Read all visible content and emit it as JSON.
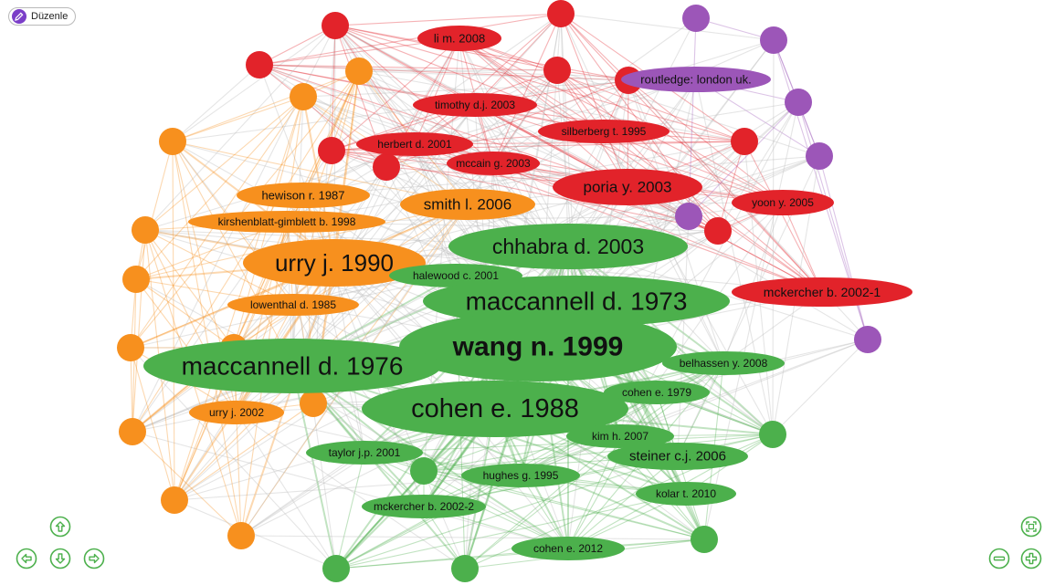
{
  "toolbar": {
    "edit_label": "Düzenle"
  },
  "graph": {
    "cluster_colors": {
      "red": "#e2232a",
      "green": "#4cb04c",
      "orange": "#f7901e",
      "purple": "#9c56b8"
    },
    "nodes": [
      {
        "id": "n1",
        "label": "li m. 2008",
        "cluster": "red",
        "size": 1
      },
      {
        "id": "n2",
        "label": "routledge: london uk.",
        "cluster": "purple",
        "size": 1
      },
      {
        "id": "n3",
        "label": "timothy d.j. 2003",
        "cluster": "red",
        "size": 1
      },
      {
        "id": "n4",
        "label": "silberberg t. 1995",
        "cluster": "red",
        "size": 1
      },
      {
        "id": "n5",
        "label": "herbert d. 2001",
        "cluster": "red",
        "size": 1
      },
      {
        "id": "n6",
        "label": "mccain g. 2003",
        "cluster": "red",
        "size": 1
      },
      {
        "id": "n7",
        "label": "poria y. 2003",
        "cluster": "red",
        "size": 2
      },
      {
        "id": "n8",
        "label": "yoon y. 2005",
        "cluster": "red",
        "size": 1
      },
      {
        "id": "n9",
        "label": "hewison r. 1987",
        "cluster": "orange",
        "size": 1
      },
      {
        "id": "n10",
        "label": "smith l. 2006",
        "cluster": "orange",
        "size": 2
      },
      {
        "id": "n11",
        "label": "kirshenblatt-gimblett b. 1998",
        "cluster": "orange",
        "size": 1
      },
      {
        "id": "n12",
        "label": "chhabra d. 2003",
        "cluster": "green",
        "size": 3
      },
      {
        "id": "n13",
        "label": "urry j. 1990",
        "cluster": "orange",
        "size": 3
      },
      {
        "id": "n14",
        "label": "halewood c. 2001",
        "cluster": "green",
        "size": 1
      },
      {
        "id": "n15",
        "label": "maccannell d. 1973",
        "cluster": "green",
        "size": 4
      },
      {
        "id": "n16",
        "label": "mckercher b. 2002-1",
        "cluster": "red",
        "size": 2
      },
      {
        "id": "n17",
        "label": "lowenthal d. 1985",
        "cluster": "orange",
        "size": 1
      },
      {
        "id": "n18",
        "label": "wang n. 1999",
        "cluster": "green",
        "size": 5
      },
      {
        "id": "n19",
        "label": "maccannell d. 1976",
        "cluster": "green",
        "size": 4
      },
      {
        "id": "n20",
        "label": "belhassen y. 2008",
        "cluster": "green",
        "size": 1
      },
      {
        "id": "n21",
        "label": "cohen e. 1979",
        "cluster": "green",
        "size": 1
      },
      {
        "id": "n22",
        "label": "cohen e. 1988",
        "cluster": "green",
        "size": 4
      },
      {
        "id": "n23",
        "label": "urry j. 2002",
        "cluster": "orange",
        "size": 1
      },
      {
        "id": "n24",
        "label": "kim h. 2007",
        "cluster": "green",
        "size": 1
      },
      {
        "id": "n25",
        "label": "taylor j.p. 2001",
        "cluster": "green",
        "size": 1
      },
      {
        "id": "n26",
        "label": "steiner c.j. 2006",
        "cluster": "green",
        "size": 2
      },
      {
        "id": "n27",
        "label": "hughes g. 1995",
        "cluster": "green",
        "size": 1
      },
      {
        "id": "n28",
        "label": "kolar t. 2010",
        "cluster": "green",
        "size": 1
      },
      {
        "id": "n29",
        "label": "mckercher b. 2002-2",
        "cluster": "green",
        "size": 1
      },
      {
        "id": "n30",
        "label": "cohen e. 2012",
        "cluster": "green",
        "size": 1
      }
    ]
  },
  "controls": {
    "pan_up": "arrow-up-icon",
    "pan_left": "arrow-left-icon",
    "pan_down": "arrow-down-icon",
    "pan_right": "arrow-right-icon",
    "fit": "fit-screen-icon",
    "zoom_out": "zoom-out-icon",
    "zoom_in": "zoom-in-icon",
    "color": "#4cb04c"
  }
}
